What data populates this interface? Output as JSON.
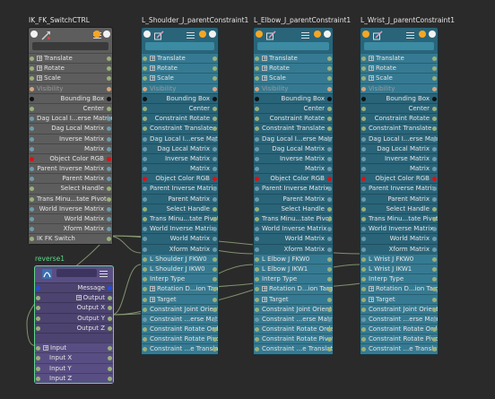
{
  "colors": {
    "background": "#2a2a2a",
    "transform_node": "#5d5d5d",
    "constraint_node": "#296479",
    "reverse_node": "#594e83",
    "selected_outline": "#5ed88a",
    "wire": "#8fa37a"
  },
  "nodes": [
    {
      "id": "ik-fk-switch",
      "title": "IK_FK_SwitchCTRL",
      "icon": "transform-icon",
      "rows": [
        {
          "label": "Translate",
          "align": "left",
          "expand": true,
          "port": "g"
        },
        {
          "label": "Rotate",
          "align": "left",
          "expand": true,
          "port": "g"
        },
        {
          "label": "Scale",
          "align": "left",
          "expand": true,
          "port": "g"
        },
        {
          "label": "Visibility",
          "align": "left",
          "port": "s",
          "faded": true
        },
        {
          "label": "Bounding Box",
          "align": "right",
          "port": "b"
        },
        {
          "label": "Center",
          "align": "right",
          "port": "g"
        },
        {
          "label": "Dag Local I...erse Matrix",
          "align": "right",
          "port": "t"
        },
        {
          "label": "Dag Local Matrix",
          "align": "right",
          "port": "t"
        },
        {
          "label": "Inverse Matrix",
          "align": "right",
          "port": "t"
        },
        {
          "label": "Matrix",
          "align": "right",
          "port": "t"
        },
        {
          "label": "Object Color RGB",
          "align": "right",
          "port": "r"
        },
        {
          "label": "Parent Inverse Matrix",
          "align": "right",
          "port": "t"
        },
        {
          "label": "Parent Matrix",
          "align": "right",
          "port": "t"
        },
        {
          "label": "Select Handle",
          "align": "right",
          "port": "g"
        },
        {
          "label": "Trans Minu...tate Pivot",
          "align": "right",
          "port": "g"
        },
        {
          "label": "World Inverse Matrix",
          "align": "right",
          "port": "t"
        },
        {
          "label": "World Matrix",
          "align": "right",
          "port": "t"
        },
        {
          "label": "Xform Matrix",
          "align": "right",
          "port": "t"
        },
        {
          "label": "IK FK Switch",
          "align": "left",
          "port": "g"
        }
      ]
    },
    {
      "id": "shoulder-constraint",
      "title": "L_Shoulder_J_parentConstraint1",
      "icon": "constraint-icon",
      "rows": [
        {
          "label": "Translate",
          "align": "left",
          "expand": true,
          "port": "g"
        },
        {
          "label": "Rotate",
          "align": "left",
          "expand": true,
          "port": "g"
        },
        {
          "label": "Scale",
          "align": "left",
          "expand": true,
          "port": "g"
        },
        {
          "label": "Visibility",
          "align": "left",
          "port": "s",
          "faded": true
        },
        {
          "label": "Bounding Box",
          "align": "right",
          "port": "b"
        },
        {
          "label": "Center",
          "align": "right",
          "port": "g"
        },
        {
          "label": "Constraint Rotate",
          "align": "right",
          "port": "g"
        },
        {
          "label": "Constraint Translate",
          "align": "right",
          "port": "g"
        },
        {
          "label": "Dag Local I...erse Matrix",
          "align": "right",
          "port": "t"
        },
        {
          "label": "Dag Local Matrix",
          "align": "right",
          "port": "t"
        },
        {
          "label": "Inverse Matrix",
          "align": "right",
          "port": "t"
        },
        {
          "label": "Matrix",
          "align": "right",
          "port": "t"
        },
        {
          "label": "Object Color RGB",
          "align": "right",
          "port": "r"
        },
        {
          "label": "Parent Inverse Matrix",
          "align": "right",
          "port": "t"
        },
        {
          "label": "Parent Matrix",
          "align": "right",
          "port": "t"
        },
        {
          "label": "Select Handle",
          "align": "right",
          "port": "g"
        },
        {
          "label": "Trans Minu...tate Pivot",
          "align": "right",
          "port": "g"
        },
        {
          "label": "World Inverse Matrix",
          "align": "right",
          "port": "t"
        },
        {
          "label": "World Matrix",
          "align": "right",
          "port": "t"
        },
        {
          "label": "Xform Matrix",
          "align": "right",
          "port": "t"
        },
        {
          "label": "L Shoulder J FKW0",
          "align": "left",
          "port": "g"
        },
        {
          "label": "L Shoulder J IKW0",
          "align": "left",
          "port": "g"
        },
        {
          "label": "Interp Type",
          "align": "left",
          "port": "g"
        },
        {
          "label": "Rotation D...ion Target",
          "align": "left",
          "expand": true,
          "port": "g"
        },
        {
          "label": "Target",
          "align": "left",
          "expand": true,
          "port": "g"
        },
        {
          "label": "Constraint Joint Orient",
          "align": "left",
          "port": "g"
        },
        {
          "label": "Constraint ...erse Matrix",
          "align": "left",
          "port": "t"
        },
        {
          "label": "Constraint Rotate Order",
          "align": "left",
          "port": "g"
        },
        {
          "label": "Constraint Rotate Pivot",
          "align": "left",
          "port": "g"
        },
        {
          "label": "Constraint ...e Translate",
          "align": "left",
          "port": "g"
        }
      ]
    },
    {
      "id": "elbow-constraint",
      "title": "L_Elbow_J_parentConstraint1",
      "icon": "constraint-icon",
      "rows": [
        {
          "label": "Translate",
          "align": "left",
          "expand": true,
          "port": "g"
        },
        {
          "label": "Rotate",
          "align": "left",
          "expand": true,
          "port": "g"
        },
        {
          "label": "Scale",
          "align": "left",
          "expand": true,
          "port": "g"
        },
        {
          "label": "Visibility",
          "align": "left",
          "port": "s",
          "faded": true
        },
        {
          "label": "Bounding Box",
          "align": "right",
          "port": "b"
        },
        {
          "label": "Center",
          "align": "right",
          "port": "g"
        },
        {
          "label": "Constraint Rotate",
          "align": "right",
          "port": "g"
        },
        {
          "label": "Constraint Translate",
          "align": "right",
          "port": "g"
        },
        {
          "label": "Dag Local I...erse Matrix",
          "align": "right",
          "port": "t"
        },
        {
          "label": "Dag Local Matrix",
          "align": "right",
          "port": "t"
        },
        {
          "label": "Inverse Matrix",
          "align": "right",
          "port": "t"
        },
        {
          "label": "Matrix",
          "align": "right",
          "port": "t"
        },
        {
          "label": "Object Color RGB",
          "align": "right",
          "port": "r"
        },
        {
          "label": "Parent Inverse Matrix",
          "align": "right",
          "port": "t"
        },
        {
          "label": "Parent Matrix",
          "align": "right",
          "port": "t"
        },
        {
          "label": "Select Handle",
          "align": "right",
          "port": "g"
        },
        {
          "label": "Trans Minu...tate Pivot",
          "align": "right",
          "port": "g"
        },
        {
          "label": "World Inverse Matrix",
          "align": "right",
          "port": "t"
        },
        {
          "label": "World Matrix",
          "align": "right",
          "port": "t"
        },
        {
          "label": "Xform Matrix",
          "align": "right",
          "port": "t"
        },
        {
          "label": "L Elbow J FKW0",
          "align": "left",
          "port": "g"
        },
        {
          "label": "L Elbow J IKW1",
          "align": "left",
          "port": "g"
        },
        {
          "label": "Interp Type",
          "align": "left",
          "port": "g"
        },
        {
          "label": "Rotation D...ion Target",
          "align": "left",
          "expand": true,
          "port": "g"
        },
        {
          "label": "Target",
          "align": "left",
          "expand": true,
          "port": "g"
        },
        {
          "label": "Constraint Joint Orient",
          "align": "left",
          "port": "g"
        },
        {
          "label": "Constraint ...erse Matrix",
          "align": "left",
          "port": "t"
        },
        {
          "label": "Constraint Rotate Order",
          "align": "left",
          "port": "g"
        },
        {
          "label": "Constraint Rotate Pivot",
          "align": "left",
          "port": "g"
        },
        {
          "label": "Constraint ...e Translate",
          "align": "left",
          "port": "g"
        }
      ]
    },
    {
      "id": "wrist-constraint",
      "title": "L_Wrist_J_parentConstraint1",
      "icon": "constraint-icon",
      "rows": [
        {
          "label": "Translate",
          "align": "left",
          "expand": true,
          "port": "g"
        },
        {
          "label": "Rotate",
          "align": "left",
          "expand": true,
          "port": "g"
        },
        {
          "label": "Scale",
          "align": "left",
          "expand": true,
          "port": "g"
        },
        {
          "label": "Visibility",
          "align": "left",
          "port": "s",
          "faded": true
        },
        {
          "label": "Bounding Box",
          "align": "right",
          "port": "b"
        },
        {
          "label": "Center",
          "align": "right",
          "port": "g"
        },
        {
          "label": "Constraint Rotate",
          "align": "right",
          "port": "g"
        },
        {
          "label": "Constraint Translate",
          "align": "right",
          "port": "g"
        },
        {
          "label": "Dag Local I...erse Matrix",
          "align": "right",
          "port": "t"
        },
        {
          "label": "Dag Local Matrix",
          "align": "right",
          "port": "t"
        },
        {
          "label": "Inverse Matrix",
          "align": "right",
          "port": "t"
        },
        {
          "label": "Matrix",
          "align": "right",
          "port": "t"
        },
        {
          "label": "Object Color RGB",
          "align": "right",
          "port": "r"
        },
        {
          "label": "Parent Inverse Matrix",
          "align": "right",
          "port": "t"
        },
        {
          "label": "Parent Matrix",
          "align": "right",
          "port": "t"
        },
        {
          "label": "Select Handle",
          "align": "right",
          "port": "g"
        },
        {
          "label": "Trans Minu...tate Pivot",
          "align": "right",
          "port": "g"
        },
        {
          "label": "World Inverse Matrix",
          "align": "right",
          "port": "t"
        },
        {
          "label": "World Matrix",
          "align": "right",
          "port": "t"
        },
        {
          "label": "Xform Matrix",
          "align": "right",
          "port": "t"
        },
        {
          "label": "L Wrist J FKW0",
          "align": "left",
          "port": "g"
        },
        {
          "label": "L Wrist J IKW1",
          "align": "left",
          "port": "g"
        },
        {
          "label": "Interp Type",
          "align": "left",
          "port": "g"
        },
        {
          "label": "Rotation D...ion Target",
          "align": "left",
          "expand": true,
          "port": "g"
        },
        {
          "label": "Target",
          "align": "left",
          "expand": true,
          "port": "g"
        },
        {
          "label": "Constraint Joint Orient",
          "align": "left",
          "port": "g"
        },
        {
          "label": "Constraint ...erse Matrix",
          "align": "left",
          "port": "t"
        },
        {
          "label": "Constraint Rotate Order",
          "align": "left",
          "port": "g"
        },
        {
          "label": "Constraint Rotate Pivot",
          "align": "left",
          "port": "g"
        },
        {
          "label": "Constraint ...e Translate",
          "align": "left",
          "port": "g"
        }
      ]
    },
    {
      "id": "reverse1",
      "title": "reverse1",
      "icon": "reverse-icon",
      "rows": [
        {
          "label": "Message",
          "align": "right",
          "port": "bl"
        },
        {
          "label": "Output",
          "align": "right",
          "expand": true,
          "port": "g"
        },
        {
          "label": "Output X",
          "align": "right",
          "port": "g"
        },
        {
          "label": "Output Y",
          "align": "right",
          "port": "g"
        },
        {
          "label": "Output Z",
          "align": "right",
          "port": "g"
        },
        {
          "label": "",
          "align": "right",
          "port": ""
        },
        {
          "label": "Input",
          "align": "left",
          "expand": true,
          "port": "g"
        },
        {
          "label": "Input X",
          "align": "left",
          "indent": true,
          "port": "g"
        },
        {
          "label": "Input Y",
          "align": "left",
          "indent": true,
          "port": "g"
        },
        {
          "label": "Input Z",
          "align": "left",
          "indent": true,
          "port": "g"
        }
      ]
    }
  ]
}
